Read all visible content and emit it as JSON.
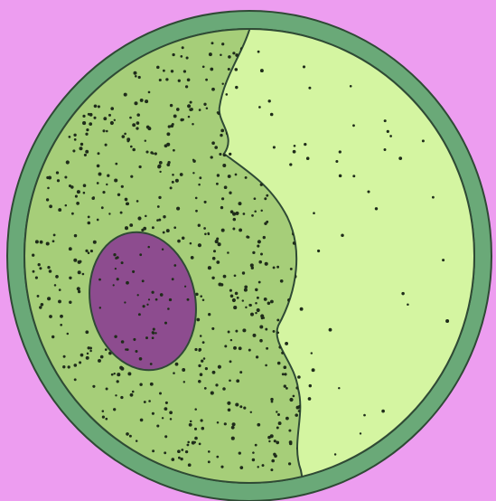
{
  "colors": {
    "background": "#ed9df0",
    "wall_outer": "#6aa978",
    "wall_inner": "#7fbe8a",
    "outline": "#2f4a35",
    "dense_region": "#a6ce79",
    "light_region": "#d4f5a1",
    "nucleus": "#8d4c8f",
    "granule": "#1f2c1a"
  },
  "parts": [
    {
      "id": "cell-wall",
      "icon": "ring-shape"
    },
    {
      "id": "dense-cytoplasm",
      "icon": "granular-region"
    },
    {
      "id": "clear-cytoplasm",
      "icon": "clear-region"
    },
    {
      "id": "nucleus",
      "icon": "oval-shape"
    }
  ]
}
